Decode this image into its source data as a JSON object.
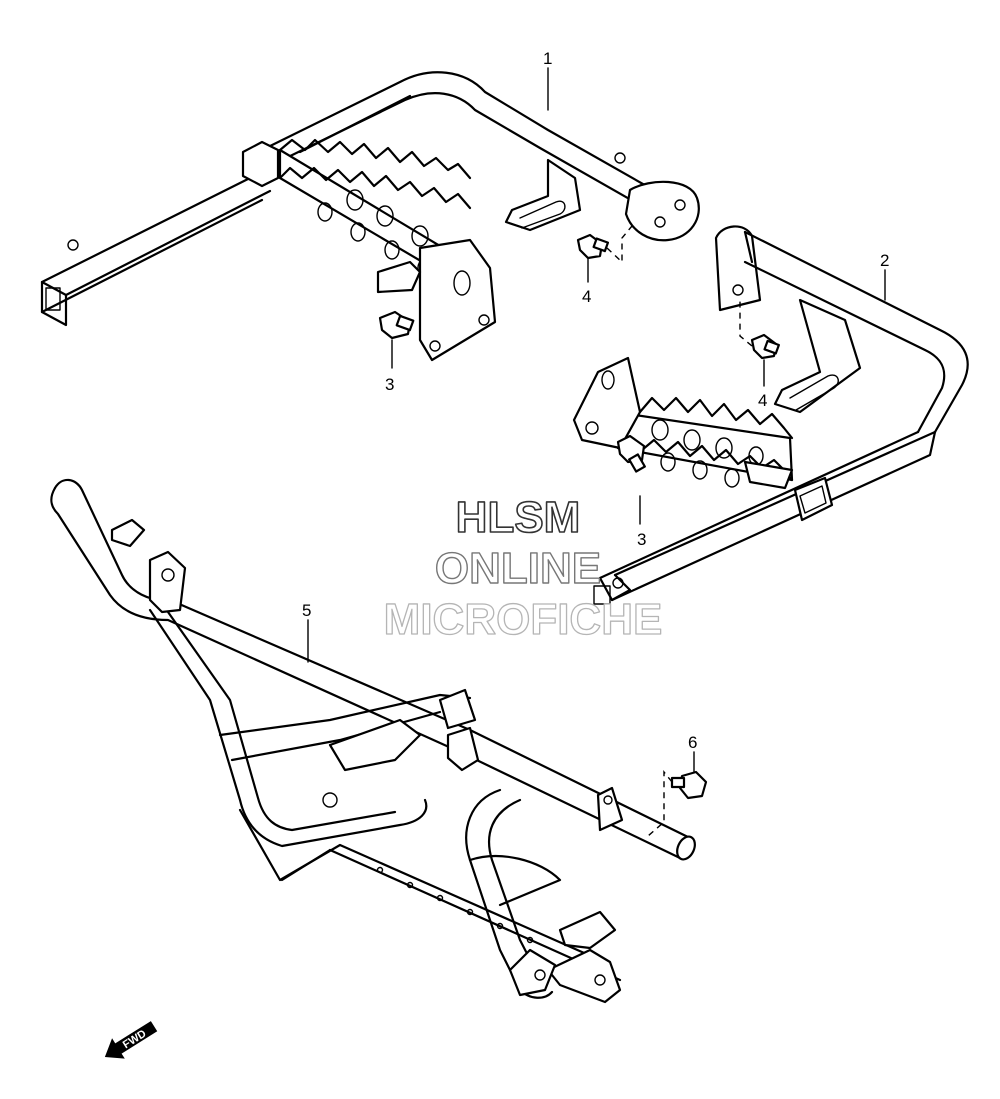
{
  "callouts": [
    "1",
    "2",
    "3",
    "3",
    "4",
    "4",
    "5",
    "6"
  ],
  "watermark": {
    "line1": "HLSM",
    "line2": "ONLINE",
    "line3": "MICROFICHE"
  },
  "direction_indicator": {
    "label": "FWD",
    "icon": "arrow-left-down-icon"
  }
}
